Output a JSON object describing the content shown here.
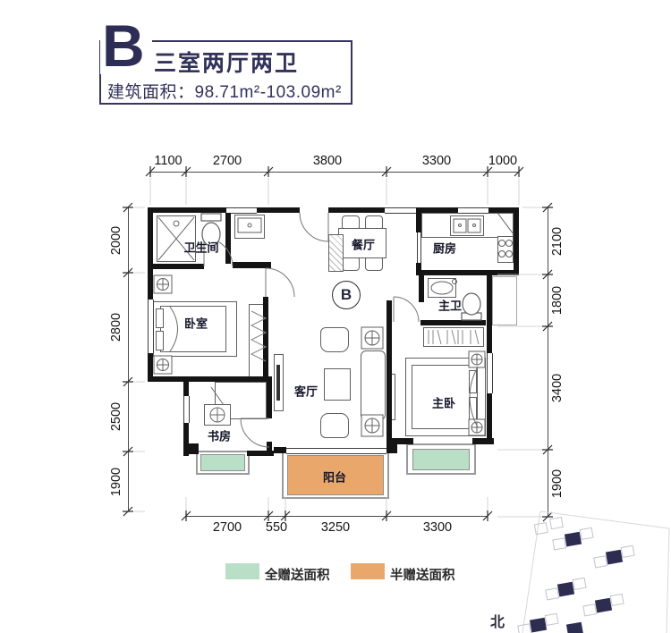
{
  "header": {
    "unit_letter": "B",
    "title": "三室两厅两卫",
    "area_label": "建筑面积：",
    "area_value": "98.71m²-103.09m²"
  },
  "rooms": {
    "bathroom": "卫生间",
    "bedroom": "卧室",
    "study": "书房",
    "dining": "餐厅",
    "kitchen": "厨房",
    "master_bath": "主卫",
    "living": "客厅",
    "master_bedroom": "主卧",
    "balcony": "阳台",
    "unit_marker": "B"
  },
  "dimensions": {
    "top": [
      "1100",
      "2700",
      "3800",
      "3300",
      "1000"
    ],
    "bottom": [
      "2700",
      "550",
      "3250",
      "3300"
    ],
    "left": [
      "2000",
      "2800",
      "2500",
      "1900"
    ],
    "right": [
      "2100",
      "1800",
      "3400",
      "1900"
    ]
  },
  "legend": [
    {
      "label": "全赠送面积",
      "color": "#b9dfc6"
    },
    {
      "label": "半赠送面积",
      "color": "#eaa76c"
    }
  ],
  "compass": {
    "north_label": "北"
  },
  "colors": {
    "accent": "#32325a",
    "wall": "#141414",
    "gift_full": "#b9dfc6",
    "gift_half": "#eaa76c",
    "site_building": "#2d2d52"
  }
}
